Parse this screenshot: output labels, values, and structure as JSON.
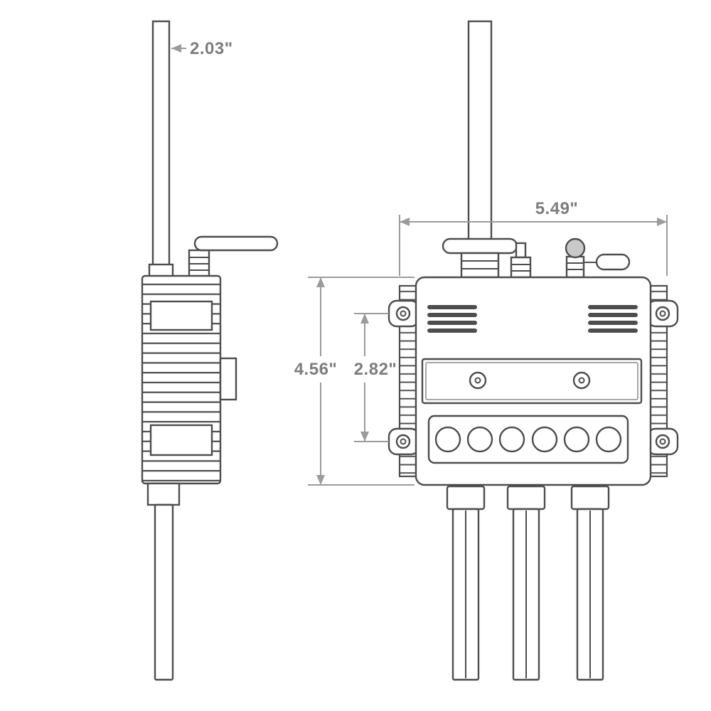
{
  "diagram": {
    "dimensions": {
      "antenna_offset": "2.03\"",
      "body_width": "5.49\"",
      "body_height": "4.56\"",
      "mounting_hole_spacing": "2.82\""
    },
    "colors": {
      "line": "#4d4d4d",
      "dimension_line": "#9b9b9b",
      "label_text": "#7d7d7d",
      "background": "#ffffff"
    }
  }
}
